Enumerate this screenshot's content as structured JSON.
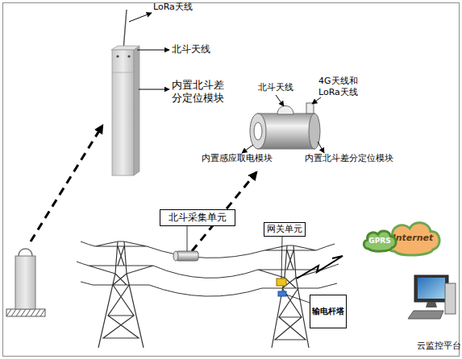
{
  "diagram": {
    "nodes": [
      {
        "text": [
          "北斗采集单元"
        ]
      },
      {
        "text": [
          "网关单元"
        ]
      },
      {
        "text": [
          "GPRS"
        ]
      },
      {
        "text": [
          "Internet"
        ]
      },
      {
        "text": [
          "输电杆塔"
        ]
      }
    ],
    "labels": [
      "LoRa天线",
      "北斗天线",
      "内置北斗差分定位模块",
      "北斗天线",
      "4G天线和 LoRa天线",
      "内置感应取电模块",
      "内置北斗差分定位模块",
      "云监控平台"
    ]
  }
}
